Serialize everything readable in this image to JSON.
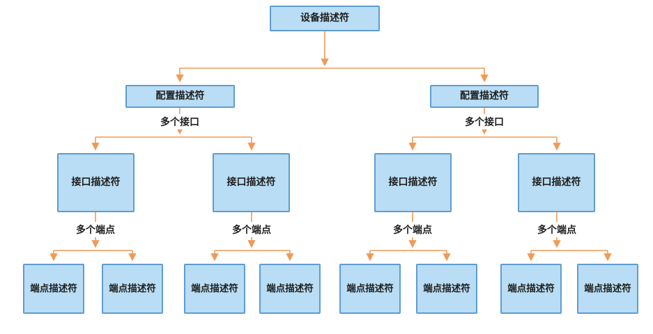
{
  "diagram": {
    "type": "tree",
    "root": {
      "label": "设备描述符"
    },
    "configs": [
      {
        "label": "配置描述符",
        "edge_label": "多个接口",
        "interfaces": [
          {
            "label": "接口描述符",
            "edge_label": "多个端点",
            "endpoints": [
              {
                "label": "端点描述符"
              },
              {
                "label": "端点描述符"
              }
            ]
          },
          {
            "label": "接口描述符",
            "edge_label": "多个端点",
            "endpoints": [
              {
                "label": "端点描述符"
              },
              {
                "label": "端点描述符"
              }
            ]
          }
        ]
      },
      {
        "label": "配置描述符",
        "edge_label": "多个接口",
        "interfaces": [
          {
            "label": "接口描述符",
            "edge_label": "多个端点",
            "endpoints": [
              {
                "label": "端点描述符"
              },
              {
                "label": "端点描述符"
              }
            ]
          },
          {
            "label": "接口描述符",
            "edge_label": "多个端点",
            "endpoints": [
              {
                "label": "端点描述符"
              },
              {
                "label": "端点描述符"
              }
            ]
          }
        ]
      }
    ],
    "colors": {
      "node_fill": "#b9ddf4",
      "node_border": "#5e9cd3",
      "connector": "#f09a55",
      "text": "#1f1f1f",
      "canvas_bg": "#ffffff"
    }
  }
}
